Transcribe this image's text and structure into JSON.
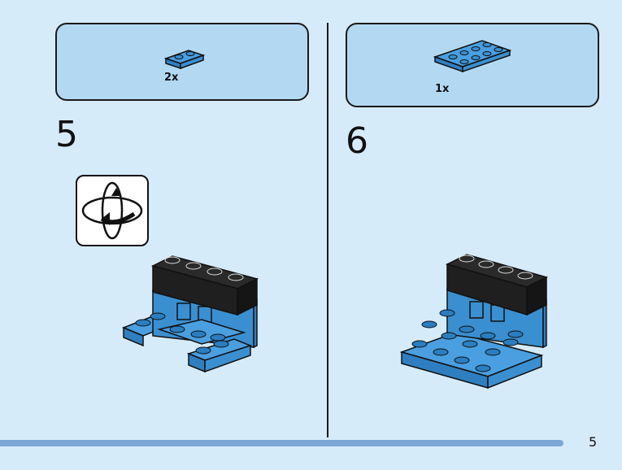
{
  "steps": [
    {
      "number": "5",
      "parts_quantity": "2x"
    },
    {
      "number": "6",
      "parts_quantity": "1x"
    }
  ],
  "icons": {
    "rotate": "rotate-model-icon"
  },
  "page_number": "5",
  "colors": {
    "background": "#d6ebfa",
    "callout": "#b3d9f2",
    "brick_blue": "#3a8fd0",
    "brick_black": "#1f1f1f",
    "bar": "#7ea6d6"
  }
}
